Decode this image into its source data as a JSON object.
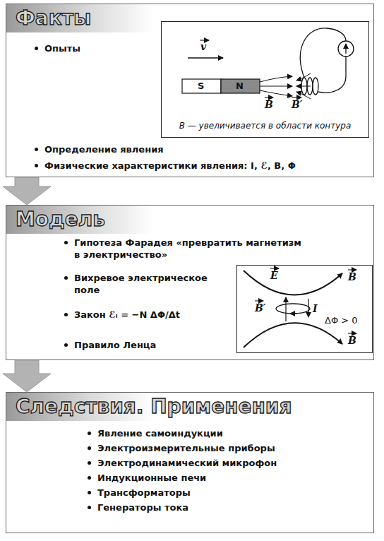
{
  "diagram": {
    "nodes": [
      {
        "text": [
          "Факты",
          "Опыты",
          "Определение явления",
          "Физические характеристики явления: I, ℰ, B, Φ"
        ]
      },
      {
        "text": [
          "B — увеличивается в области контура"
        ],
        "in": 0
      },
      {
        "text": [
          "Модель",
          "Гипотеза Фарадея «превратить магнетизм в электричество»",
          "Вихревое электрическое поле",
          "Закон ℰᵢ = −N ΔΦ/Δt",
          "Правило Ленца"
        ]
      },
      {
        "text": [
          "ΔΦ > 0"
        ],
        "in": 2
      },
      {
        "text": [
          "Следствия. Применения",
          "Явление самоиндукции",
          "Электроизмерительные приборы",
          "Электродинамический микрофон",
          "Индукционные печи",
          "Трансформаторы",
          "Генераторы тока"
        ]
      }
    ],
    "edges": [
      {
        "from": 0,
        "to": 2,
        "arrow": "to"
      },
      {
        "from": 2,
        "to": 4,
        "arrow": "to"
      }
    ],
    "labels": [
      "v",
      "S",
      "N",
      "B",
      "B′",
      "E",
      "B",
      "B′",
      "I",
      "B"
    ]
  }
}
